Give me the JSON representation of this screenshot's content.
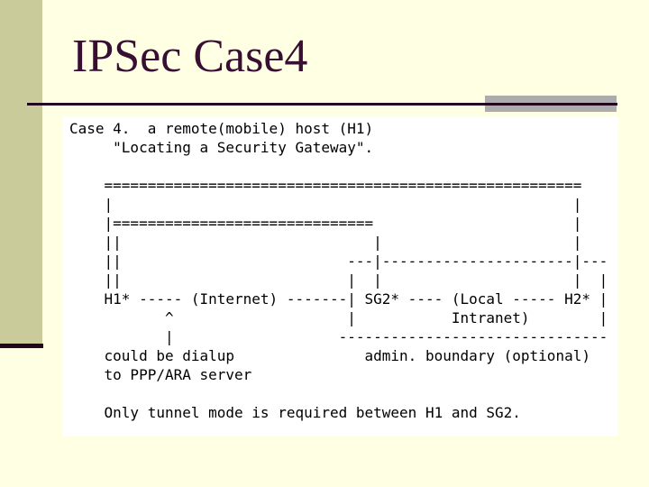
{
  "slide": {
    "title": "IPSec Case4",
    "colors": {
      "background": "#FFFFE3",
      "sidebar": "#C9CB9B",
      "accent_line": "#22051F",
      "rule_gray": "#ACACAC",
      "title_text": "#380E33",
      "content_bg": "#FFFFFF",
      "mono_text": "#000000"
    },
    "ascii_lines": [
      "Case 4.  a remote(mobile) host (H1)",
      "     \"Locating a Security Gateway\".",
      "",
      "    =======================================================",
      "    |                                                     |",
      "    |==============================                       |",
      "    ||                             |                      |",
      "    ||                          ---|----------------------|---",
      "    ||                          |  |                      |  |",
      "    H1* ----- (Internet) -------| SG2* ---- (Local ----- H2* |",
      "           ^                    |           Intranet)        |",
      "           |                   -------------------------------",
      "    could be dialup               admin. boundary (optional)",
      "    to PPP/ARA server",
      "",
      "    Only tunnel mode is required between H1 and SG2."
    ]
  }
}
